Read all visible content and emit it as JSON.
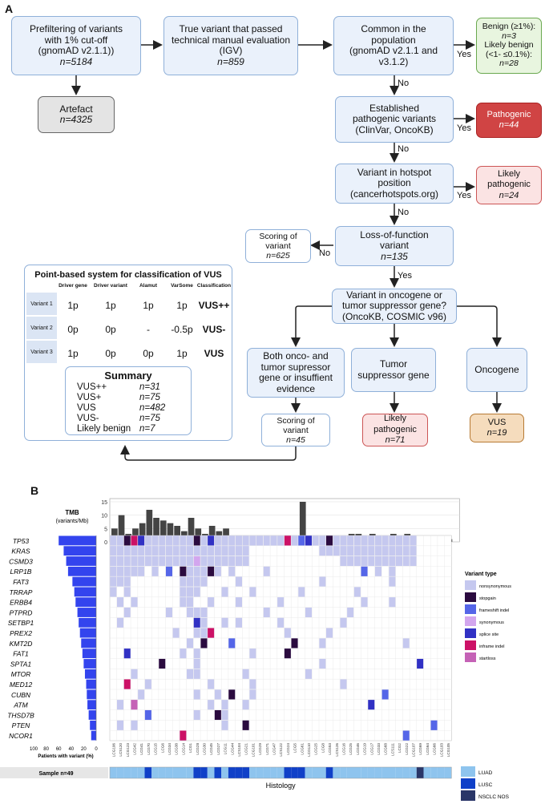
{
  "panel_a": {
    "letter": "A",
    "boxes": {
      "prefilter": {
        "lines": [
          "Prefiltering of variants",
          "with 1% cut-off",
          "(gnomAD v2.1.1))"
        ],
        "n": "n=5184"
      },
      "true_variant": {
        "lines": [
          "True variant that passed",
          "technical manual evaluation",
          "(IGV)"
        ],
        "n": "n=859"
      },
      "common": {
        "lines": [
          "Common in the",
          "population",
          "(gnomAD v2.1.1 and",
          "v3.1.2)"
        ]
      },
      "benign": {
        "line1": "Benign (≥1%):",
        "n1": "n=3",
        "line2a": "Likely benign",
        "line2b": "(<1- ≤0.1%):",
        "n2": "n=28"
      },
      "artefact": {
        "label": "Artefact",
        "n": "n=4325"
      },
      "established": {
        "lines": [
          "Established",
          "pathogenic variants",
          "(ClinVar, OncoKB)"
        ]
      },
      "pathogenic": {
        "label": "Pathogenic",
        "n": "n=44"
      },
      "hotspot": {
        "lines": [
          "Variant in hotspot",
          "position",
          "(cancerhotspots.org)"
        ]
      },
      "likely_path_1": {
        "lines": [
          "Likely",
          "pathogenic"
        ],
        "n": "n=24"
      },
      "lof": {
        "lines": [
          "Loss-of-function",
          "variant"
        ],
        "n": "n=135"
      },
      "scoring_1": {
        "lines": [
          "Scoring of",
          "variant"
        ],
        "n": "n=625"
      },
      "oncogene_q": {
        "lines": [
          "Variant in oncogene or",
          "tumor suppressor gene?",
          "(OncoKB, COSMIC v96)"
        ]
      },
      "both": {
        "lines": [
          "Both onco- and",
          "tumor supressor",
          "gene or insuffient",
          "evidence"
        ]
      },
      "tsg": {
        "lines": [
          "Tumor",
          "suppressor gene"
        ]
      },
      "oncogene": {
        "label": "Oncogene"
      },
      "scoring_2": {
        "lines": [
          "Scoring of",
          "variant"
        ],
        "n": "n=45"
      },
      "likely_path_2": {
        "lines": [
          "Likely",
          "pathogenic"
        ],
        "n": "n=71"
      },
      "vus": {
        "label": "VUS",
        "n": "n=19"
      }
    },
    "labels": {
      "yes": "Yes",
      "no": "No"
    },
    "point_system": {
      "title": "Point-based system for classification of VUS",
      "headers": [
        "Driver gene",
        "Driver variant",
        "Alamut",
        "VarSome",
        "Classification"
      ],
      "rows": [
        {
          "label": "Variant 1",
          "values": [
            "1p",
            "1p",
            "1p",
            "1p"
          ],
          "class": "VUS++"
        },
        {
          "label": "Variant 2",
          "values": [
            "0p",
            "0p",
            "-",
            "-0.5p"
          ],
          "class": "VUS-"
        },
        {
          "label": "Variant 3",
          "values": [
            "1p",
            "0p",
            "0p",
            "1p"
          ],
          "class": "VUS"
        }
      ],
      "summary_title": "Summary",
      "summary": [
        {
          "label": "VUS++",
          "n": "n=31"
        },
        {
          "label": "VUS+",
          "n": "n=75"
        },
        {
          "label": "VUS",
          "n": "n=482"
        },
        {
          "label": "VUS-",
          "n": "n=75"
        },
        {
          "label": "Likely benign",
          "n": "n=7"
        }
      ]
    }
  },
  "panel_b": {
    "letter": "B",
    "tmb_label": "TMB",
    "tmb_unit": "(variants/Mb)",
    "tmb_ticks": [
      "15",
      "10",
      "5",
      "0"
    ],
    "genes": [
      "TP53",
      "KRAS",
      "CSMD3",
      "LRP1B",
      "FAT3",
      "TRRAP",
      "ERBB4",
      "PTPRD",
      "SETBP1",
      "PREX2",
      "KMT2D",
      "FAT1",
      "SPTA1",
      "MTOR",
      "MED12",
      "CUBN",
      "ATM",
      "THSD7B",
      "PTEN",
      "NCOR1"
    ],
    "bar_axis_ticks": [
      "100",
      "80",
      "60",
      "40",
      "20",
      "0"
    ],
    "bar_axis_label": "Patients with variant (%)",
    "sample_label": "Sample n=49",
    "histology_label": "Histology",
    "legend_title": "Variant type",
    "variant_types": [
      {
        "name": "nonsynonymous",
        "color": "#c5c8ef"
      },
      {
        "name": "stopgain",
        "color": "#2b0b3f"
      },
      {
        "name": "frameshift indel",
        "color": "#5566e8"
      },
      {
        "name": "synonymous",
        "color": "#d3a6ee"
      },
      {
        "name": "splice site",
        "color": "#3131c4"
      },
      {
        "name": "inframe indel",
        "color": "#cc1166"
      },
      {
        "name": "startloss",
        "color": "#c562b6"
      }
    ],
    "histology_types": [
      {
        "name": "LUAD",
        "color": "#8ec4ee"
      },
      {
        "name": "LUSC",
        "color": "#1040c8"
      },
      {
        "name": "NSCLC NOS",
        "color": "#2a3668"
      }
    ],
    "samples": [
      "LCG106",
      "LCS120",
      "LCG123",
      "LCG42",
      "LCG41",
      "LCG70",
      "LCG15",
      "LCG6",
      "LCG34",
      "LCG38",
      "LCG14",
      "LCG1",
      "LCG28",
      "LCG30",
      "LCG45",
      "LCG27",
      "LCG11",
      "LCG44",
      "LCS104",
      "LCG21",
      "LCG101",
      "LCG29",
      "LCG71",
      "LCG47",
      "LCS122",
      "LCG24",
      "LCG5",
      "LCG61",
      "LCG110",
      "LCG25",
      "LCG8",
      "LCG53",
      "LCS126",
      "LCG16",
      "LCG25",
      "LCG46",
      "LCG19",
      "LCG17",
      "LCG33",
      "LCG68",
      "LCS111",
      "LCG2",
      "LCG22",
      "LCG107",
      "LCG69",
      "LCG64",
      "LCG66",
      "LCG103",
      "LCG105"
    ]
  }
}
